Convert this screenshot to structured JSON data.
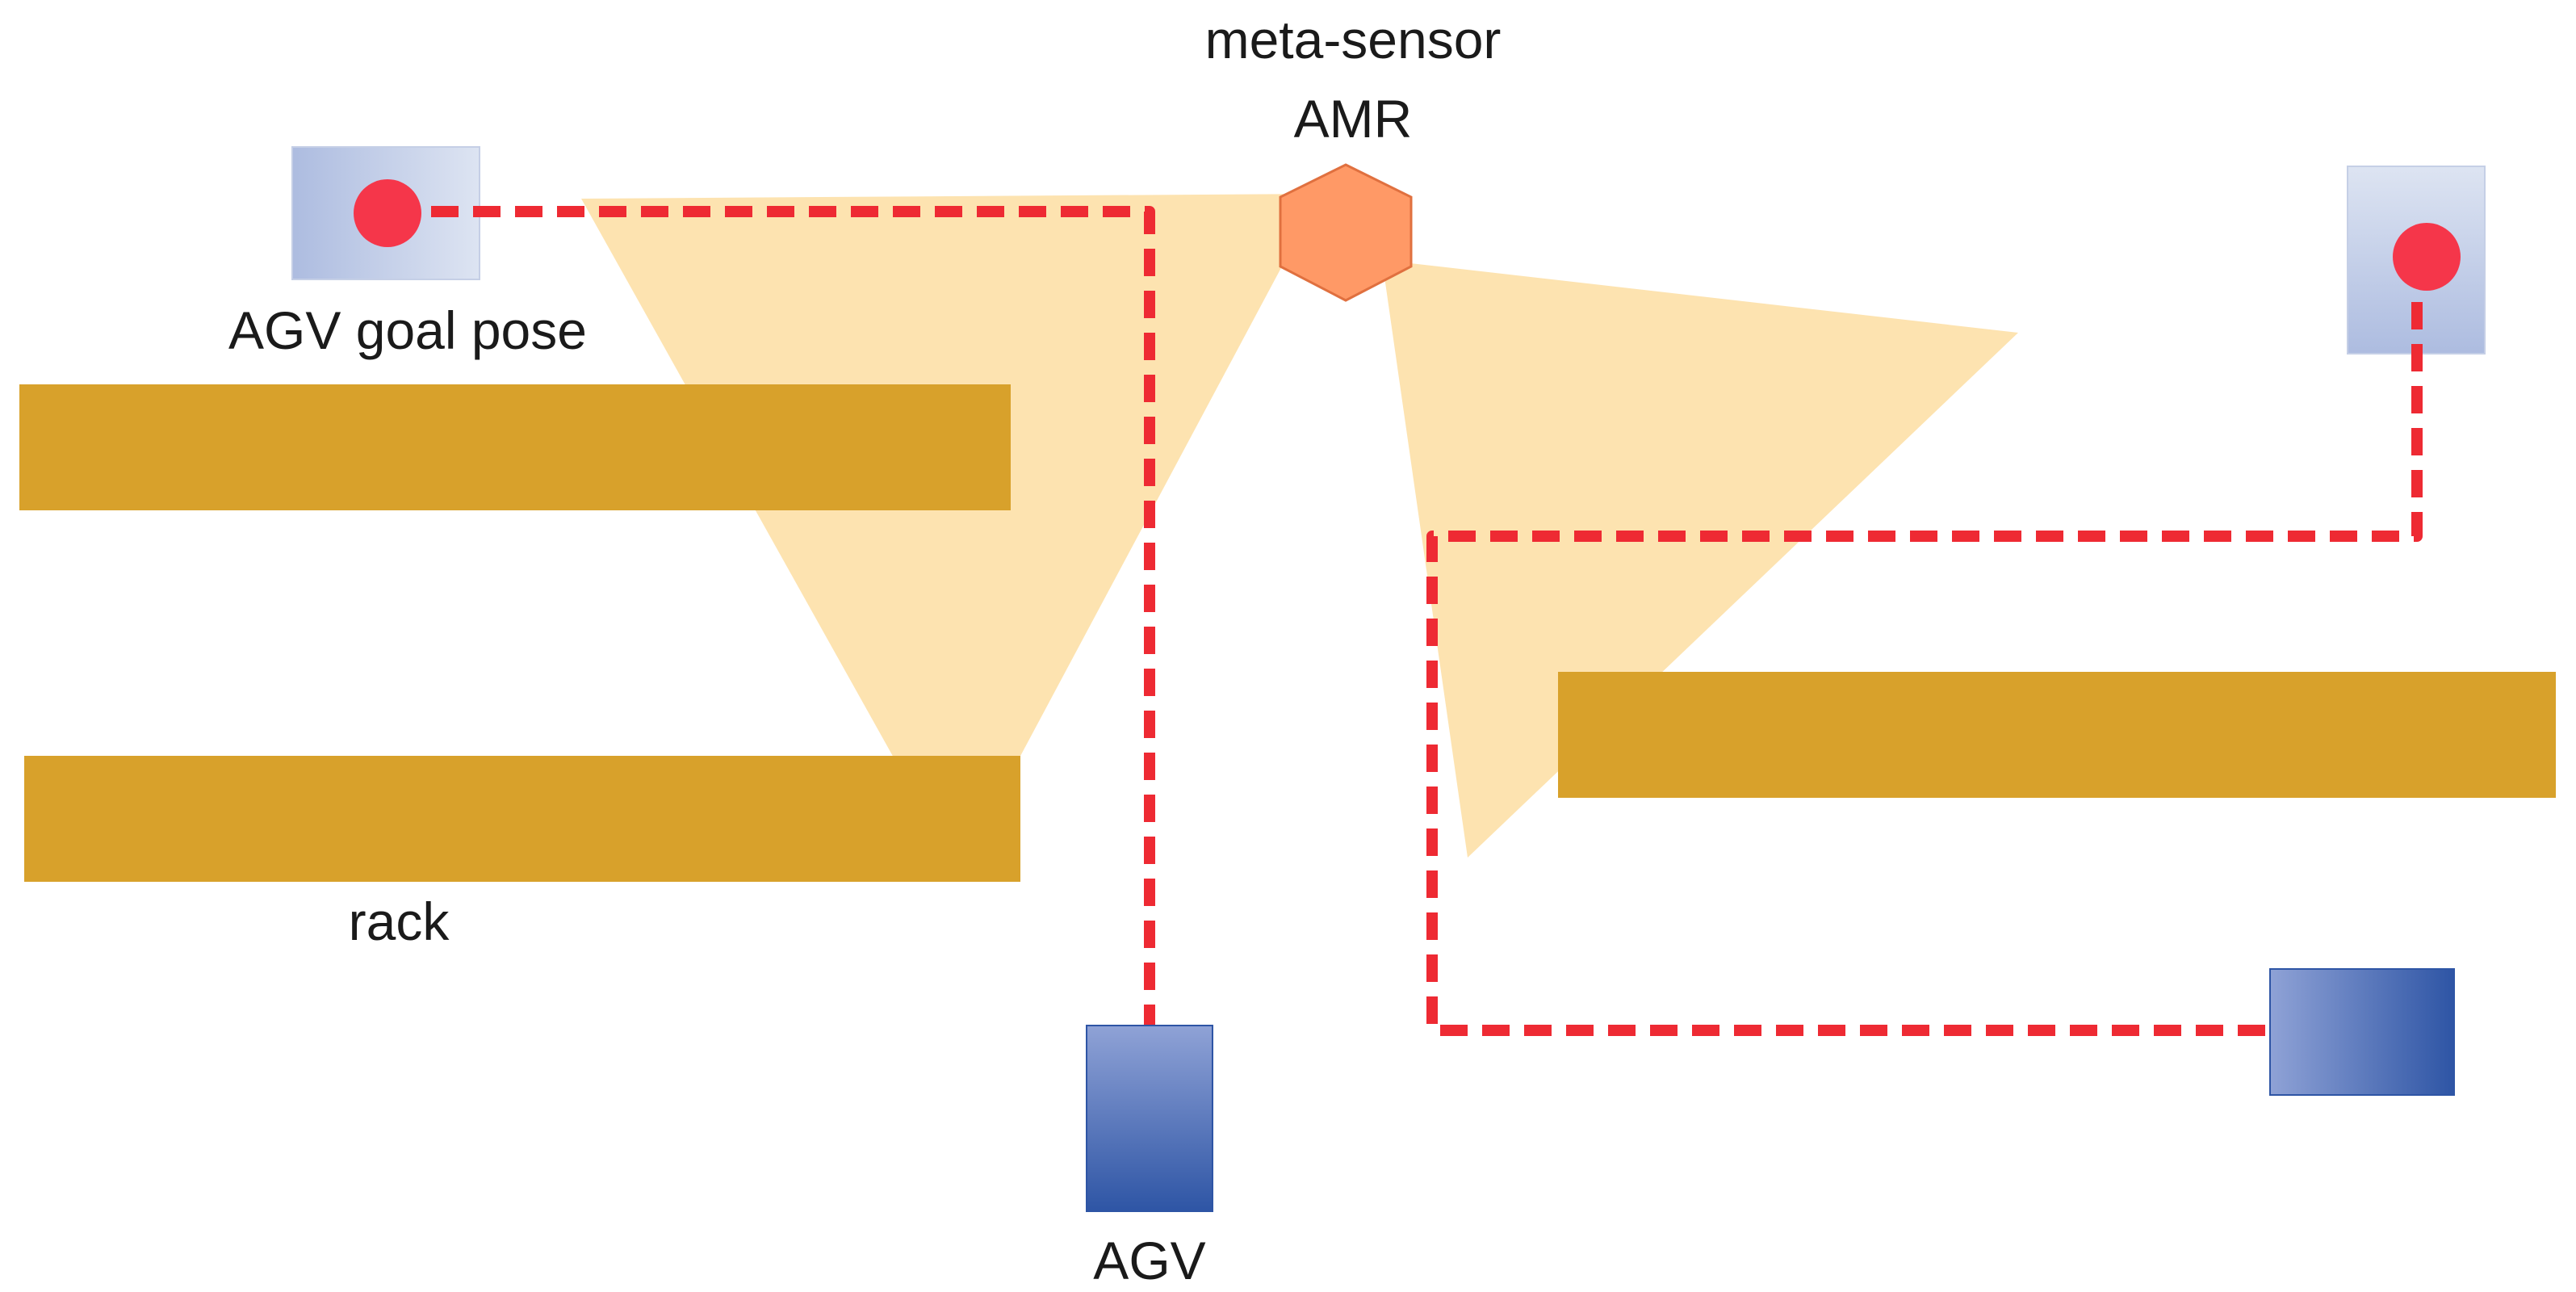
{
  "labels": {
    "meta_sensor_line1": "meta-sensor",
    "meta_sensor_line2": "AMR",
    "agv_goal_pose": "AGV goal pose",
    "rack": "rack",
    "agv": "AGV"
  },
  "colors": {
    "rack": "#D8A12B",
    "sensor_fov": "#FDE3B0",
    "amr": "#FF9966",
    "amr_stroke": "#E0703F",
    "path": "#EE2A33",
    "goal_marker": "#F5364A",
    "agv_dark": "#2E55A5",
    "agv_light": "#8FA2D6",
    "goal_pad_light": "#DDE4F2",
    "goal_pad_dark": "#ADBCE0"
  },
  "icons": {
    "amr": "hexagon",
    "agv": "gradient-rectangle",
    "goal_pose": "circle-on-pad"
  }
}
